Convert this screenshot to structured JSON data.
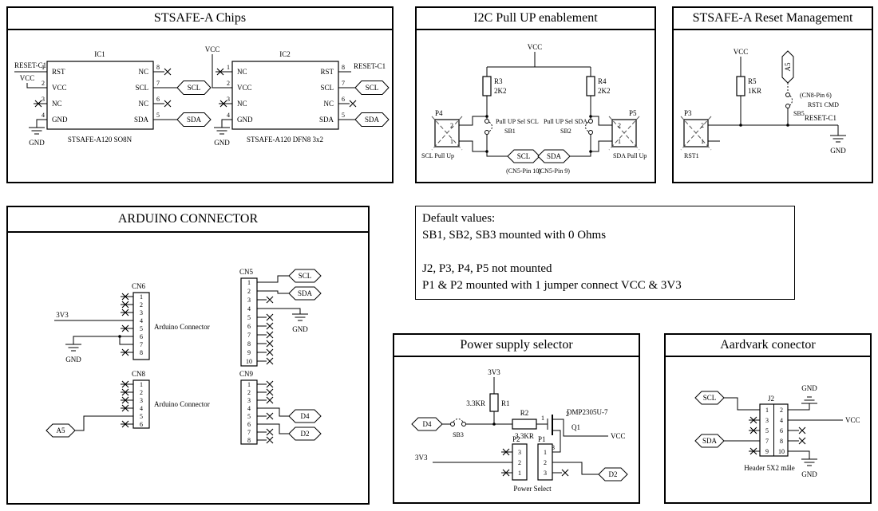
{
  "panels": {
    "chips": {
      "title": "STSAFE-A Chips",
      "ic1": {
        "ref": "IC1",
        "part": "STSAFE-A120 SO8N",
        "pins_left": [
          "RST",
          "VCC",
          "NC",
          "GND"
        ],
        "pin_nums_left": [
          "1",
          "2",
          "3",
          "4"
        ],
        "pins_right": [
          "NC",
          "SCL",
          "NC",
          "SDA"
        ],
        "pin_nums_right": [
          "8",
          "7",
          "6",
          "5"
        ],
        "net_reset": "RESET-C1",
        "net_vcc": "VCC",
        "net_gnd": "GND",
        "tag_scl": "SCL",
        "tag_sda": "SDA"
      },
      "ic2": {
        "ref": "IC2",
        "part": "STSAFE-A120 DFN8 3x2",
        "pins_left": [
          "NC",
          "VCC",
          "NC",
          "GND"
        ],
        "pin_nums_left": [
          "1",
          "2",
          "3",
          "4"
        ],
        "pins_right": [
          "RST",
          "SCL",
          "NC",
          "SDA"
        ],
        "pin_nums_right": [
          "8",
          "7",
          "6",
          "5"
        ],
        "net_reset": "RESET-C1",
        "net_vcc": "VCC",
        "net_gnd": "GND",
        "tag_scl": "SCL",
        "tag_sda": "SDA"
      }
    },
    "pullup": {
      "title": "I2C Pull UP enablement",
      "vcc": "VCC",
      "r3_ref": "R3",
      "r3_val": "2K2",
      "r4_ref": "R4",
      "r4_val": "2K2",
      "p4_ref": "P4",
      "p4_pin2": "2",
      "p4_pin1": "1",
      "p4_label": "SCL Pull Up",
      "p5_ref": "P5",
      "p5_pin2": "2",
      "p5_pin1": "1",
      "p5_label": "SDA Pull Up",
      "sb1_label": "Pull UP Sel SCL",
      "sb1_ref": "SB1",
      "sb2_label": "Pull UP Sel SDA",
      "sb2_ref": "SB2",
      "scl_tag": "SCL",
      "scl_pin": "(CN5-Pin 10)",
      "sda_tag": "SDA",
      "sda_pin": "(CN5-Pin 9)"
    },
    "reset": {
      "title": "STSAFE-A Reset Management",
      "vcc": "VCC",
      "r5_ref": "R5",
      "r5_val": "1KR",
      "a5": "A5",
      "cn8_pin": "(CN8-Pin 6)",
      "rst1_cmd": "RST1 CMD",
      "sb5": "SB5",
      "reset_net": "RESET-C1",
      "p3_ref": "P3",
      "p3_pin2": "2",
      "p3_pin1": "1",
      "p3_label": "RST1",
      "gnd": "GND"
    },
    "arduino": {
      "title": "ARDUINO CONNECTOR",
      "cn6": {
        "ref": "CN6",
        "pins": [
          "1",
          "2",
          "3",
          "4",
          "5",
          "6",
          "7",
          "8"
        ],
        "label": "Arduino Connector",
        "v33": "3V3",
        "gnd": "GND"
      },
      "cn5": {
        "ref": "CN5",
        "pins": [
          "1",
          "2",
          "3",
          "4",
          "5",
          "6",
          "7",
          "8",
          "9",
          "10"
        ],
        "scl": "SCL",
        "sda": "SDA",
        "gnd": "GND"
      },
      "cn8": {
        "ref": "CN8",
        "pins": [
          "1",
          "2",
          "3",
          "4",
          "5",
          "6"
        ],
        "label": "Arduino Connector",
        "a5": "A5"
      },
      "cn9": {
        "ref": "CN9",
        "pins": [
          "1",
          "2",
          "3",
          "4",
          "5",
          "6",
          "7",
          "8"
        ],
        "d4": "D4",
        "d2": "D2"
      }
    },
    "defaults": {
      "line1": "Default values:",
      "line2": "SB1, SB2, SB3 mounted with 0 Ohms",
      "line3": "J2, P3, P4, P5 not mounted",
      "line4": "P1 & P2 mounted with 1 jumper connect  VCC & 3V3"
    },
    "power": {
      "title": "Power supply selector",
      "v33_top": "3V3",
      "r1_val": "3.3KR",
      "r1_ref": "R1",
      "r2_ref": "R2",
      "r2_val": "3.3KR",
      "q1_part": "DMP2305U-7",
      "q1_ref": "Q1",
      "q1_pin1": "1",
      "q1_pin2": "2",
      "q1_pin3": "3",
      "vcc": "VCC",
      "d4": "D4",
      "sb3": "SB3",
      "p2_ref": "P2",
      "p2_pins": [
        "3",
        "2",
        "1"
      ],
      "p1_ref": "P1",
      "p1_pins": [
        "1",
        "2",
        "3"
      ],
      "v33_left": "3V3",
      "power_select": "Power Select",
      "d2": "D2"
    },
    "aardvark": {
      "title": "Aardvark conector",
      "scl": "SCL",
      "sda": "SDA",
      "j2_ref": "J2",
      "j2_pins_left": [
        "1",
        "3",
        "5",
        "7",
        "9"
      ],
      "j2_pins_right": [
        "2",
        "4",
        "6",
        "8",
        "10"
      ],
      "j2_label": "Header 5X2 mâle",
      "gnd_top": "GND",
      "vcc": "VCC",
      "gnd_bottom": "GND"
    }
  }
}
